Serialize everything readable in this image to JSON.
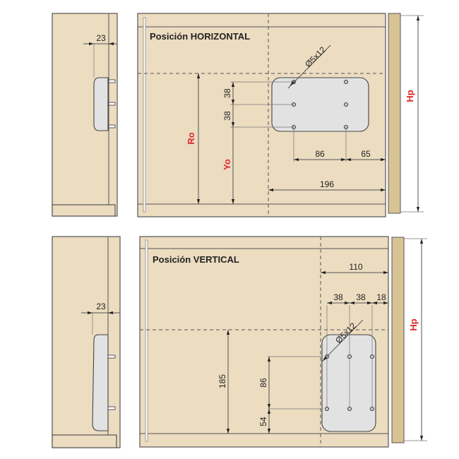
{
  "colors": {
    "panel": "#ecdcc0",
    "plate": "#e2e2e2",
    "label_red": "#e0262a",
    "side_panel": "#d8c395"
  },
  "horizontal": {
    "title": "Posición HORIZONTAL",
    "side_depth": "23",
    "hole_label": "Ø5x12",
    "spacing_1": "38",
    "spacing_2": "38",
    "label_yo": "Yo",
    "label_ro": "Ro",
    "hole_spacing_x": "86",
    "edge_offset": "65",
    "center_offset": "196",
    "label_hp": "Hp"
  },
  "vertical": {
    "title": "Posición VERTICAL",
    "side_depth": "23",
    "hole_label": "Ø5x12",
    "center_offset": "110",
    "spacing_1": "38",
    "spacing_2": "38",
    "edge_offset": "18",
    "height_185": "185",
    "hole_spacing_y": "86",
    "bottom_offset": "54",
    "label_hp": "Hp"
  }
}
